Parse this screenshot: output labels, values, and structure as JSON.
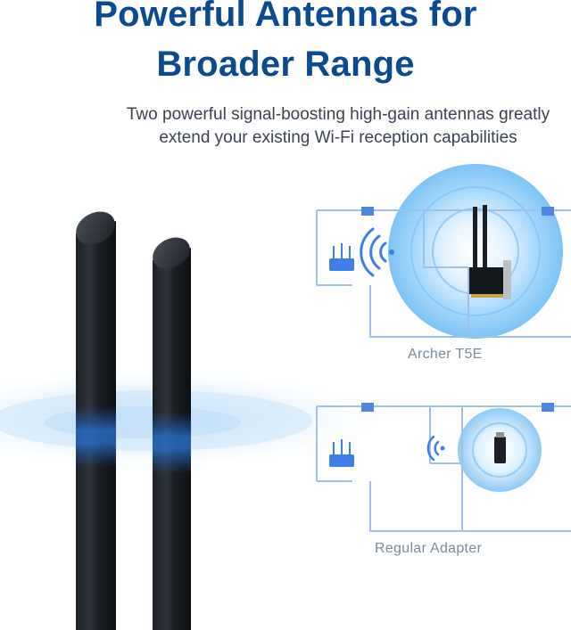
{
  "headline": {
    "line1": "Powerful Antennas for",
    "line2": "Broader Range"
  },
  "subtitle": {
    "line1": "Two powerful signal-boosting high-gain antennas greatly",
    "line2": "extend your existing Wi-Fi reception capabilities"
  },
  "diagrams": {
    "top_caption": "Archer T5E",
    "bottom_caption": "Regular Adapter"
  },
  "colors": {
    "headline": "#0b4a90",
    "accent_blue": "#3d7ee8",
    "plan_line": "#9fc0ef",
    "glow": "#d9ecfb"
  }
}
